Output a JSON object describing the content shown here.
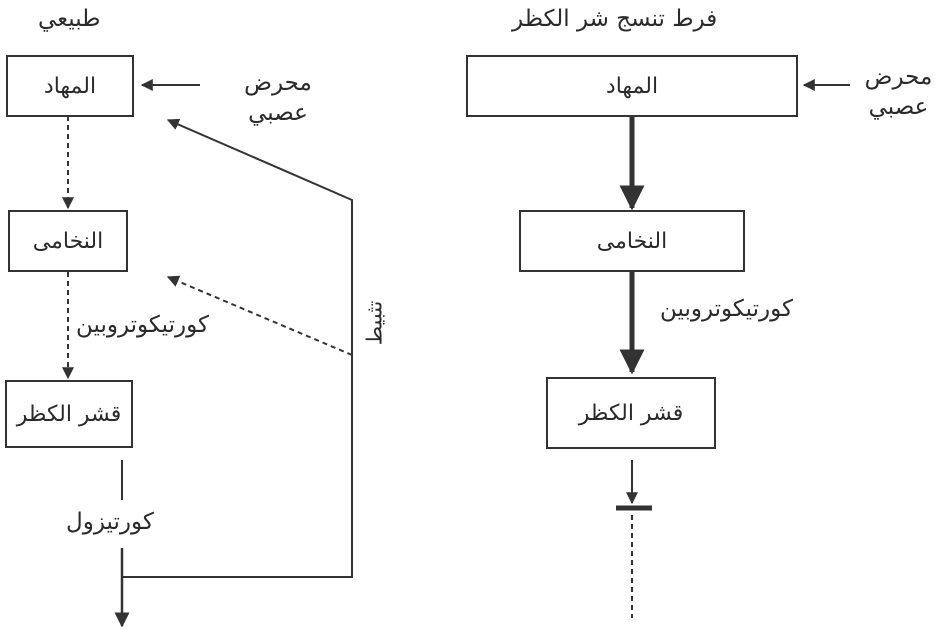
{
  "left_panel": {
    "title": "طبيعي",
    "stimulus": [
      "محرض",
      "عصبي"
    ],
    "hypothalamus": "المهاد",
    "pituitary": "النخامى",
    "hormone": "كورتيكوتروبين",
    "adrenal_cortex": "قشر الكظر",
    "cortisol": "كورتيزول",
    "feedback": "تثبيط"
  },
  "right_panel": {
    "title": "فرط تنسج شر الكظر",
    "stimulus": [
      "محرض",
      "عصبي"
    ],
    "hypothalamus": "المهاد",
    "pituitary": "النخامى",
    "hormone": "كورتيكوتروبين",
    "adrenal_cortex": "قشر الكظر"
  },
  "colors": {
    "line": "#333333",
    "text": "#2a2a2a"
  }
}
